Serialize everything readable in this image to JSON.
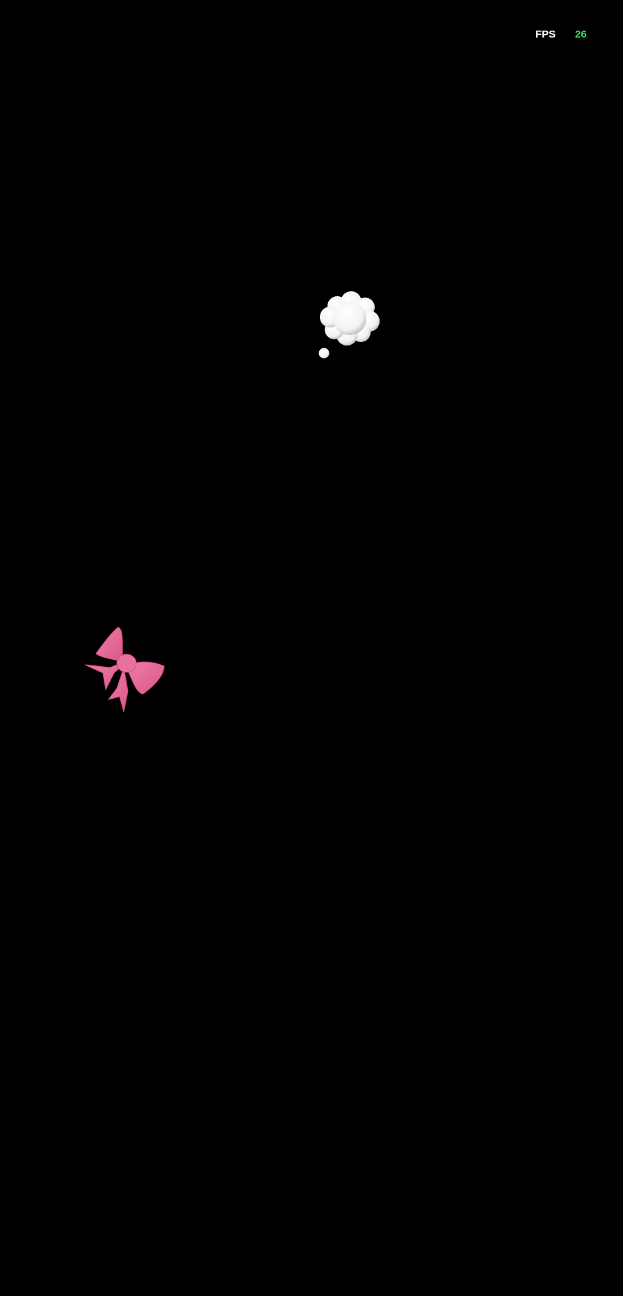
{
  "fps_counter": {
    "label": "FPS",
    "value": "26",
    "value_color": "#3ddc55"
  },
  "sprites": [
    {
      "name": "thought-bubble",
      "color": "#ffffff"
    },
    {
      "name": "ribbon-bow",
      "color": "#e8709a"
    }
  ]
}
